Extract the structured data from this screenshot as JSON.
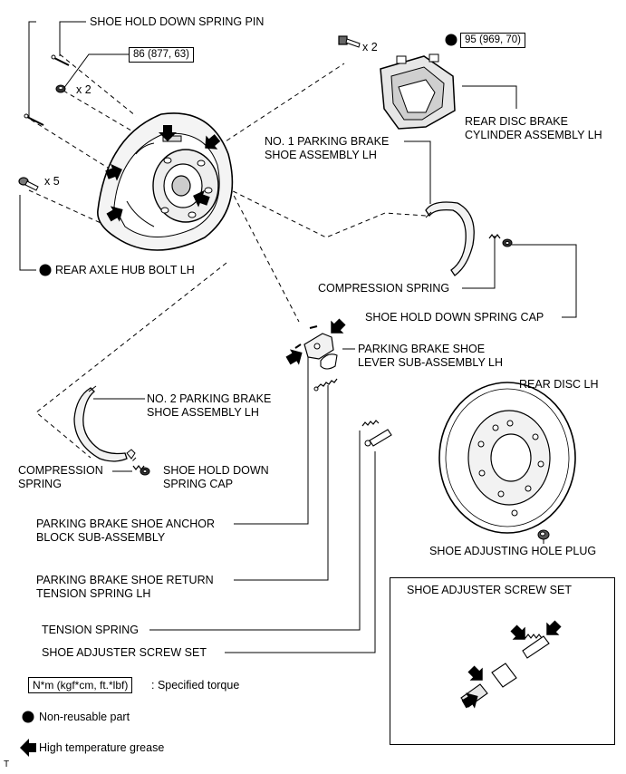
{
  "labels": {
    "shoe_hold_down_pin": "SHOE HOLD DOWN SPRING PIN",
    "torque_86": "86 (877, 63)",
    "qty_x2_top": "x 2",
    "qty_x2_caliper": "x 2",
    "torque_95": "95 (969, 70)",
    "caliper_line1": "REAR DISC BRAKE",
    "caliper_line2": "CYLINDER ASSEMBLY LH",
    "no1_shoe_line1": "NO. 1 PARKING BRAKE",
    "no1_shoe_line2": "SHOE ASSEMBLY LH",
    "qty_x5": "x 5",
    "hub_bolt": "REAR AXLE HUB BOLT LH",
    "compression_spring_right": "COMPRESSION SPRING",
    "hold_down_cap_right": "SHOE HOLD DOWN SPRING CAP",
    "lever_line1": "PARKING BRAKE SHOE",
    "lever_line2": "LEVER SUB-ASSEMBLY LH",
    "rear_disc": "REAR DISC LH",
    "no2_shoe_line1": "NO. 2 PARKING BRAKE",
    "no2_shoe_line2": "SHOE ASSEMBLY LH",
    "compression_spring_left_line1": "COMPRESSION",
    "compression_spring_left_line2": "SPRING",
    "hold_down_cap_left_line1": "SHOE HOLD DOWN",
    "hold_down_cap_left_line2": "SPRING CAP",
    "anchor_line1": "PARKING BRAKE SHOE ANCHOR",
    "anchor_line2": "BLOCK SUB-ASSEMBLY",
    "adjusting_plug": "SHOE ADJUSTING HOLE PLUG",
    "return_spring_line1": "PARKING BRAKE SHOE RETURN",
    "return_spring_line2": "TENSION SPRING LH",
    "tension_spring": "TENSION SPRING",
    "adjuster_screw_set": "SHOE ADJUSTER SCREW SET",
    "inset_title": "SHOE ADJUSTER SCREW SET"
  },
  "legend": {
    "torque_box": "N*m (kgf*cm, ft.*lbf)",
    "torque_desc": ": Specified torque",
    "non_reusable": "Non-reusable part",
    "grease": "High temperature grease"
  },
  "corner_mark": "T",
  "colors": {
    "ink": "#000000",
    "paper": "#ffffff",
    "shade": "#d9d9d9"
  }
}
